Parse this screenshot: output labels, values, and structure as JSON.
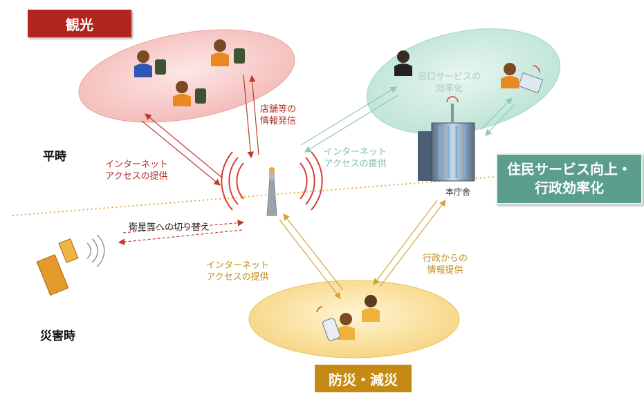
{
  "categories": {
    "tourism": "観光",
    "disaster": "防災・減災",
    "admin_line1": "住民サービス向上・",
    "admin_line2": "行政効率化"
  },
  "phases": {
    "normal": "平時",
    "disaster": "災害時"
  },
  "labels": {
    "store_info_line1": "店舗等の",
    "store_info_line2": "情報発信",
    "internet_line1": "インターネット",
    "internet_line2": "アクセスの提供",
    "satellite_switch": "衛星等への切り替え",
    "window_service_line1": "窓口サービスの",
    "window_service_line2": "効率化",
    "city_hall": "本庁舎",
    "gov_info_line1": "行政からの",
    "gov_info_line2": "情報提供"
  },
  "colors": {
    "tourism_red": "#b3261e",
    "admin_teal": "#5b9e8e",
    "disaster_gold": "#c48a14",
    "text_red": "#b0302a",
    "text_teal": "#7fbdb0",
    "text_gold": "#c18a1c"
  }
}
